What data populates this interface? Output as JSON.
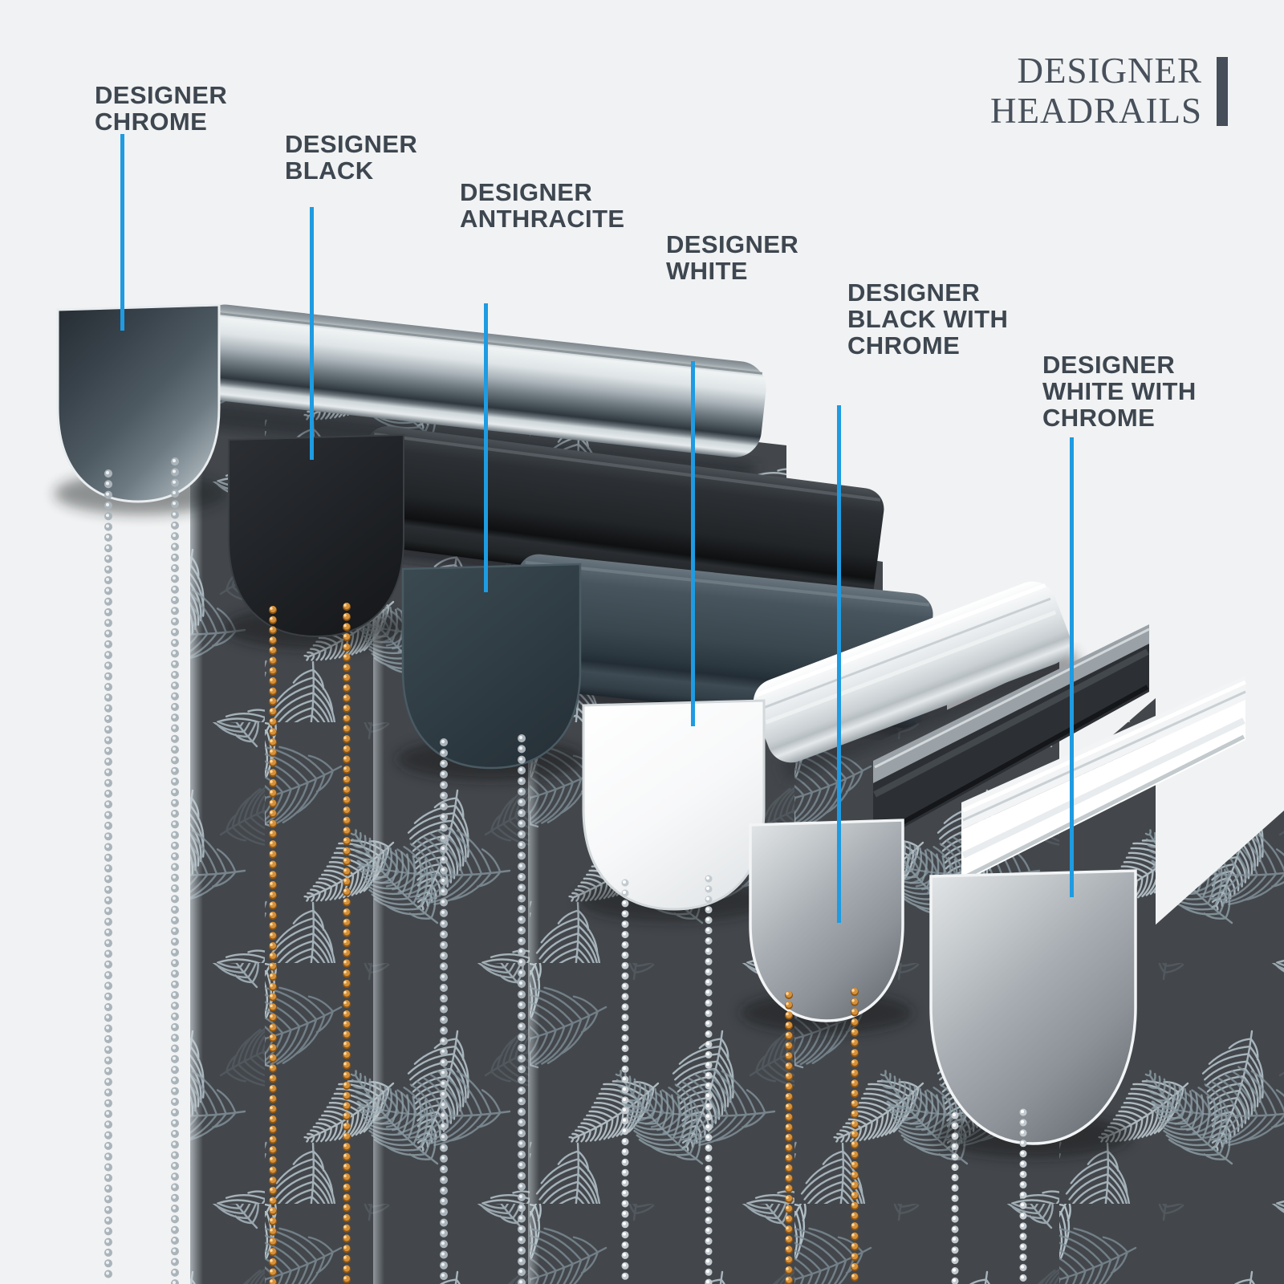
{
  "brand": {
    "line1": "DESIGNER",
    "line2": "HEADRAILS"
  },
  "labels": [
    {
      "name": "Designer Chrome",
      "lines": [
        "DESIGNER",
        "CHROME"
      ]
    },
    {
      "name": "Designer Black",
      "lines": [
        "DESIGNER",
        "BLACK"
      ]
    },
    {
      "name": "Designer Anthracite",
      "lines": [
        "DESIGNER",
        "ANTHRACITE"
      ]
    },
    {
      "name": "Designer White",
      "lines": [
        "DESIGNER",
        "WHITE"
      ]
    },
    {
      "name": "Designer Black with Chrome",
      "lines": [
        "DESIGNER",
        "BLACK WITH",
        "CHROME"
      ]
    },
    {
      "name": "Designer White with Chrome",
      "lines": [
        "DESIGNER",
        "WHITE WITH",
        "CHROME"
      ]
    }
  ],
  "variants": [
    {
      "label": "DESIGNER CHROME",
      "headrail_finish": "dark chrome",
      "chain_color": "silver"
    },
    {
      "label": "DESIGNER BLACK",
      "headrail_finish": "black",
      "chain_color": "copper"
    },
    {
      "label": "DESIGNER ANTHRACITE",
      "headrail_finish": "anthracite",
      "chain_color": "silver"
    },
    {
      "label": "DESIGNER WHITE",
      "headrail_finish": "white",
      "chain_color": "white"
    },
    {
      "label": "DESIGNER BLACK WITH CHROME",
      "headrail_finish": "black rail with chrome cap",
      "chain_color": "copper"
    },
    {
      "label": "DESIGNER WHITE WITH CHROME",
      "headrail_finish": "white rail with chrome cap",
      "chain_color": "white"
    }
  ],
  "colors": {
    "accent_leader_line": "#1e9be2",
    "label_text": "#3e4750",
    "logo_text": "#47505b",
    "logo_bar": "#454e59",
    "background": "#f1f2f3",
    "chrome": "#b9c4c9",
    "black": "#1e2124",
    "anthracite": "#33414a",
    "white": "#ffffff",
    "copper_chain": "#d6913a",
    "silver_chain": "#c6cdd2",
    "fabric_background": "#43474c",
    "fabric_leaf_light": "#b6c4cb",
    "fabric_leaf_mid": "#84939c"
  }
}
